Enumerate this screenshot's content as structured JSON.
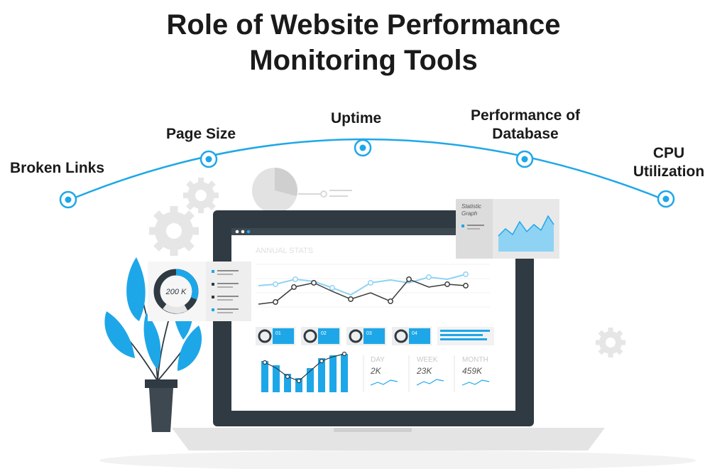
{
  "title": {
    "line1": "Role of Website Performance",
    "line2": "Monitoring Tools"
  },
  "nodes": [
    {
      "label": "Broken Links"
    },
    {
      "label": "Page Size"
    },
    {
      "label": "Uptime"
    },
    {
      "label": "Performance of",
      "label2": "Database"
    },
    {
      "label": "CPU",
      "label2": "Utilization"
    }
  ],
  "colors": {
    "accent": "#1ea7e8",
    "accent_light": "#8fd3f4",
    "dark": "#2f3a42",
    "light_gray": "#e4e4e4",
    "text": "#1a1a1a"
  },
  "illustration": {
    "statistic_card": {
      "line1": "Statistic",
      "line2": "Graph"
    },
    "annual_stats": "ANNUAL STATS",
    "donut_value": "200 K",
    "stat_tiles": [
      "01",
      "02",
      "03",
      "04"
    ],
    "periods": [
      {
        "name": "DAY",
        "value": "2K"
      },
      {
        "name": "WEEK",
        "value": "23K"
      },
      {
        "name": "MONTH",
        "value": "459K"
      }
    ]
  }
}
